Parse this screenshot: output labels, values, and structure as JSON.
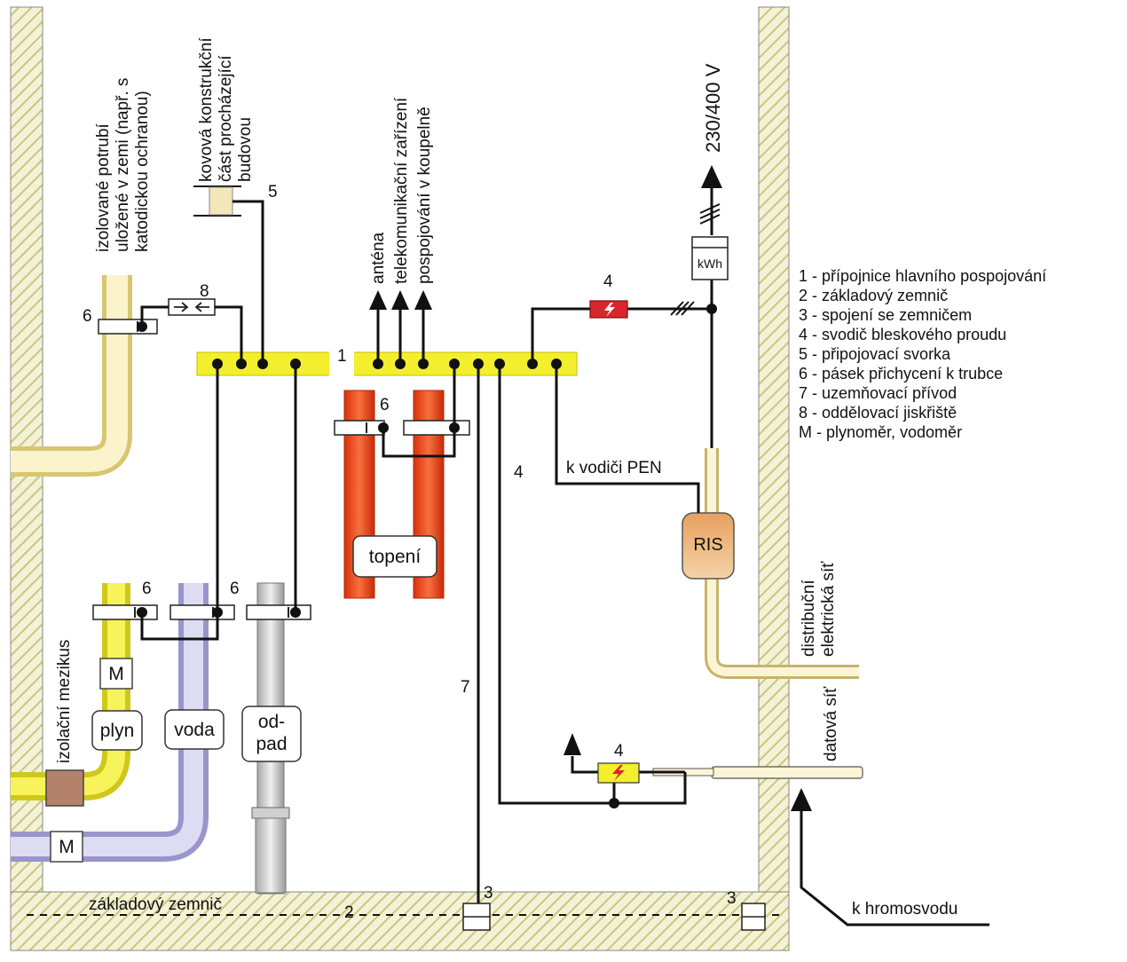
{
  "colors": {
    "wall_hatch": "#d8d89a",
    "busbar": "#f3ef2c",
    "gas_pipe": "#f3ef2c",
    "water_pipe": "#c9c6e6",
    "sewer_pipe": "#d0d0d0",
    "insulated_pipe": "#f6ecb4",
    "heating_pipe": "#e84a1c",
    "ris_box": "#e3a872",
    "arrester": "#d8262c",
    "arrester_yellow": "#f3ef2c"
  },
  "labels": {
    "insulated_pipe": [
      "izolované potrubí",
      "uložené v zemi (např. s",
      "katodickou ochranou)"
    ],
    "metal_structure": [
      "kovová konstrukční",
      "část procházející",
      "budovou"
    ],
    "antenna": "anténa",
    "telecom": "telekomunikační zařízení",
    "bathroom": "pospojování v koupelně",
    "voltage": "230/400 V",
    "kwh": "kWh",
    "ris": "RIS",
    "pen": "k vodiči PEN",
    "heating": "topení",
    "gas": "plyn",
    "water": "voda",
    "sewer": [
      "od-",
      "pad"
    ],
    "meter": "M",
    "insulating_piece": "izolační mezikus",
    "distribution_net": [
      "distribuční",
      "elektrická síť"
    ],
    "data_net": "datová síť",
    "foundation_earth": "základový zemnič",
    "lightning": "k hromosvodu"
  },
  "numbers": {
    "n1": "1",
    "n2": "2",
    "n3": "3",
    "n4": "4",
    "n5": "5",
    "n6": "6",
    "n7": "7",
    "n8": "8"
  },
  "legend": [
    "1 - přípojnice hlavního pospojování",
    "2 - základový zemnič",
    "3 - spojení se zemničem",
    "4 - svodič bleskového proudu",
    "5 - připojovací svorka",
    "6 - pásek přichycení k trubce",
    "7 - uzemňovací přívod",
    "8 - oddělovací jiskřiště",
    "M - plynoměr, vodoměr"
  ]
}
